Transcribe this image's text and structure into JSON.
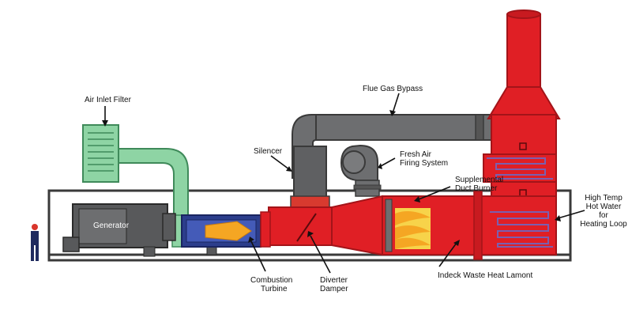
{
  "labels": {
    "air_inlet_filter": "Air Inlet Filter",
    "flue_gas_bypass": "Flue Gas Bypass",
    "silencer": "Silencer",
    "fresh_air_1": "Fresh Air",
    "fresh_air_2": "Firing System",
    "supplemental_1": "Supplemental",
    "supplemental_2": "Duct Burner",
    "high_temp_1": "High Temp",
    "high_temp_2": "Hot Water",
    "high_temp_3": "for",
    "high_temp_4": "Heating Loop",
    "generator": "Generator",
    "combustion_1": "Combustion",
    "combustion_2": "Turbine",
    "diverter_1": "Diverter",
    "diverter_2": "Damper",
    "indeck": "Indeck Waste Heat Lamont"
  },
  "colors": {
    "red": "#e01f25",
    "dark_red": "#a31419",
    "gray": "#6d6e70",
    "dark_gray": "#4a4a4c",
    "green": "#8ed4a4",
    "dark_green": "#3f8a5a",
    "flame": "#f5a623",
    "coil": "#7b5fb0"
  }
}
